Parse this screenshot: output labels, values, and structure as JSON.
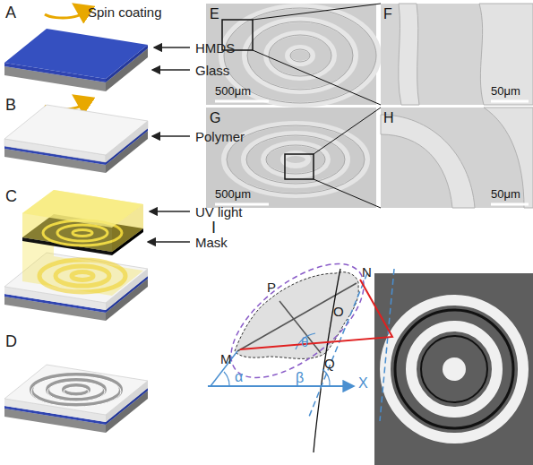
{
  "diagram": {
    "labels": [
      "A",
      "Spin coating",
      "HMDS",
      "Glass",
      "B",
      "Polymer",
      "C",
      "UV light",
      "Mask",
      "D",
      "E",
      "500μm",
      "F",
      "50μm",
      "G",
      "500μm",
      "H",
      "50μm",
      "I",
      "P",
      "N",
      "O",
      "M",
      "Q",
      "θ",
      "α",
      "β",
      "X"
    ]
  }
}
